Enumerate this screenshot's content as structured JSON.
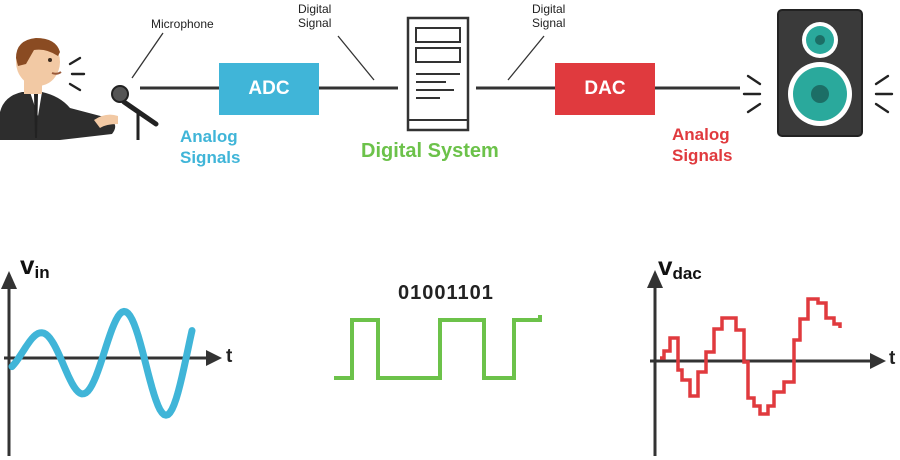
{
  "labels": {
    "microphone": "Microphone",
    "digital_signal_left": [
      "Digital",
      "Signal"
    ],
    "digital_signal_right": [
      "Digital",
      "Signal"
    ],
    "adc": "ADC",
    "dac": "DAC",
    "digital_system": "Digital System",
    "analog_left": [
      "Analog",
      "Signals"
    ],
    "analog_right": [
      "Analog",
      "Signals"
    ]
  },
  "graphs": {
    "vin": {
      "symbol": "v",
      "subscript": "in",
      "axis": "t"
    },
    "digital": {
      "bits": "01001101"
    },
    "vdac": {
      "symbol": "v",
      "subscript": "dac",
      "axis": "t"
    }
  },
  "colors": {
    "adc": "#40b5d8",
    "dac": "#e03a3e",
    "digital_green": "#6cc24a",
    "analog_blue": "#40b5d8",
    "analog_red": "#e03a3e",
    "line": "#333333"
  },
  "icons": [
    "person-speaking-icon",
    "microphone-icon",
    "computer-tower-icon",
    "speaker-icon"
  ]
}
